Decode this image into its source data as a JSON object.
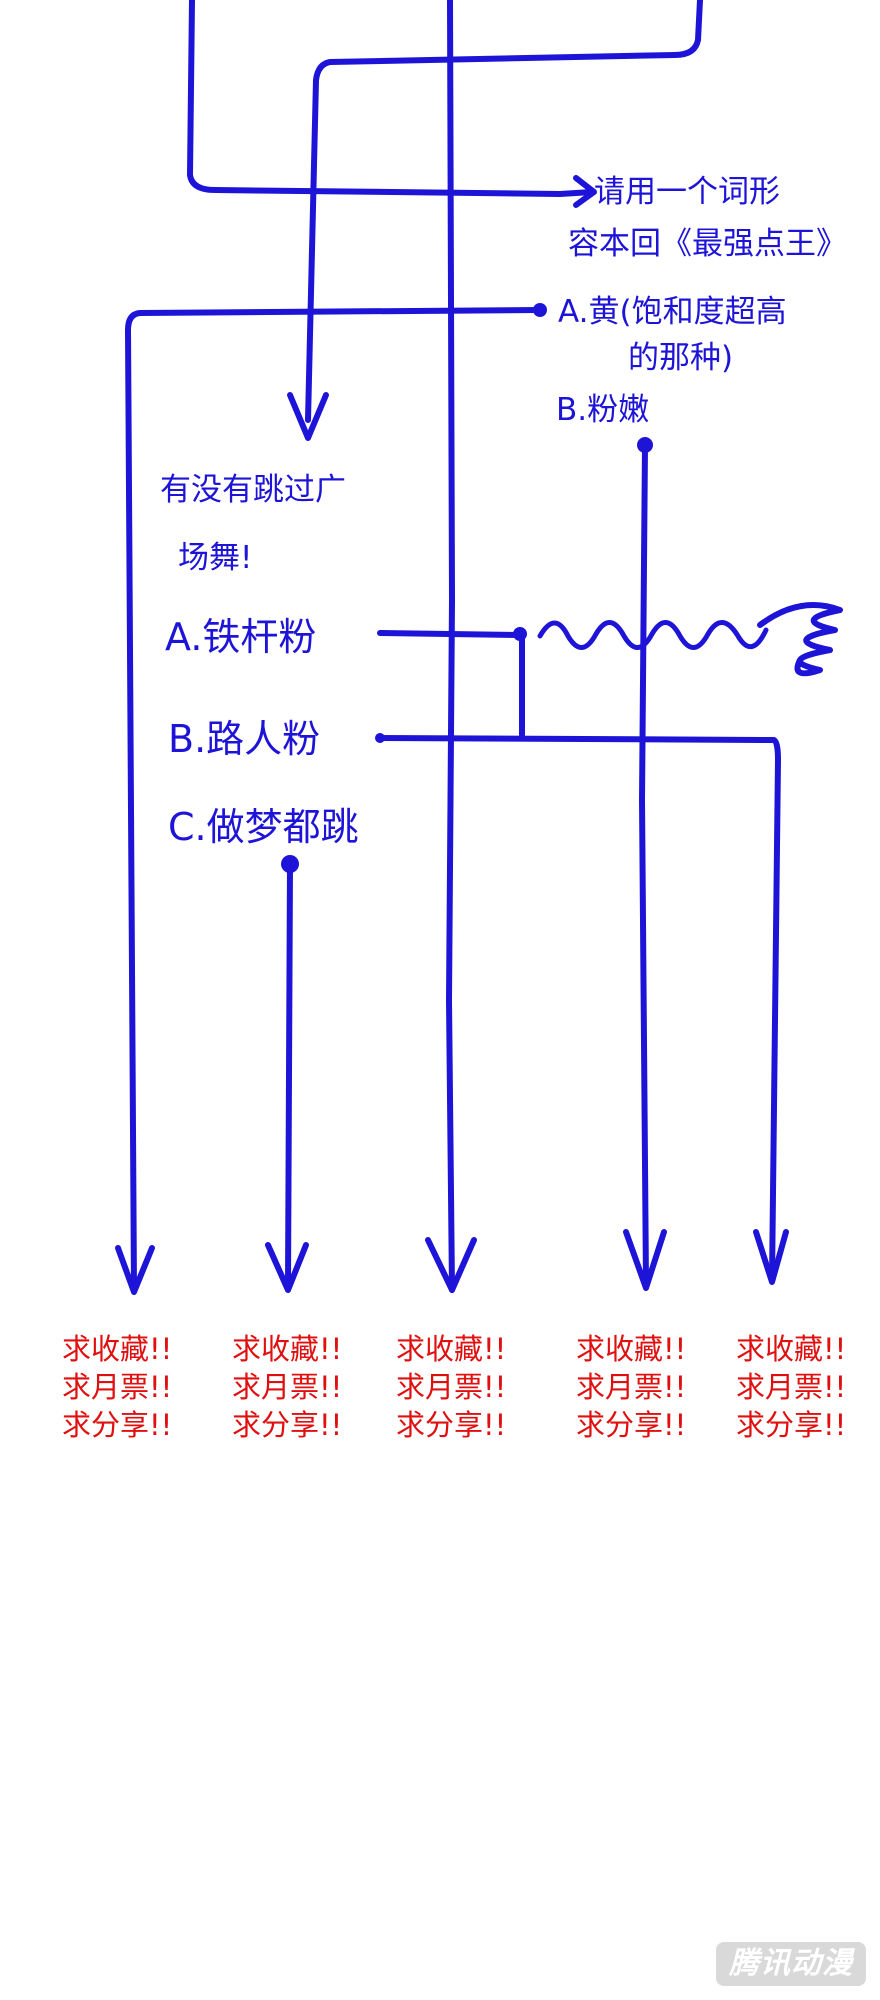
{
  "question_top": {
    "line1": "→请用一个词形",
    "line2": "容本回《最强点王》",
    "option_a_line1": "A.黄(饱和度超高",
    "option_a_line2": "的那种)",
    "option_b": "B.粉嫩"
  },
  "question_mid": {
    "line1": "有没有跳过广",
    "line2": "场舞!",
    "option_a": "A.铁杆粉",
    "option_b": "B.路人粉",
    "option_c": "C.做梦都跳"
  },
  "endings": [
    {
      "favorite": "求收藏!!",
      "vote": "求月票!!",
      "share": "求分享!!"
    },
    {
      "favorite": "求收藏!!",
      "vote": "求月票!!",
      "share": "求分享!!"
    },
    {
      "favorite": "求收藏!!",
      "vote": "求月票!!",
      "share": "求分享!!"
    },
    {
      "favorite": "求收藏!!",
      "vote": "求月票!!",
      "share": "求分享!!"
    },
    {
      "favorite": "求收藏!!",
      "vote": "求月票!!",
      "share": "求分享!!"
    }
  ],
  "watermark": "腾讯动漫",
  "colors": {
    "ink": "#1e14d8",
    "cta": "#e01010",
    "background": "#ffffff"
  }
}
